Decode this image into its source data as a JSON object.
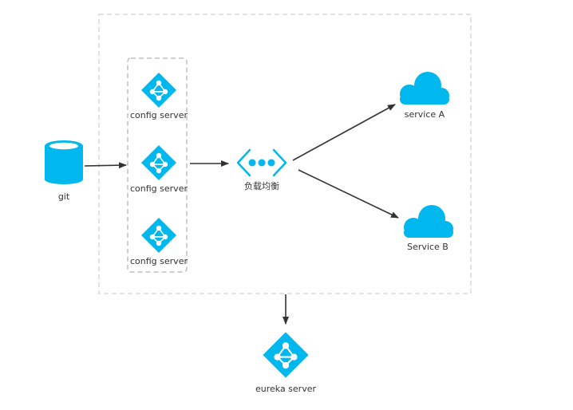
{
  "nodes": {
    "git": {
      "label": "git",
      "icon": "database-icon"
    },
    "config_servers": [
      {
        "label": "config server",
        "icon": "network-diamond-icon"
      },
      {
        "label": "config server",
        "icon": "network-diamond-icon"
      },
      {
        "label": "config server",
        "icon": "network-diamond-icon"
      }
    ],
    "load_balancer": {
      "label": "负载均衡",
      "icon": "load-balancer-icon"
    },
    "service_a": {
      "label": "service A",
      "icon": "cloud-icon"
    },
    "service_b": {
      "label": "Service B",
      "icon": "cloud-icon"
    },
    "eureka": {
      "label": "eureka server",
      "icon": "network-diamond-icon"
    }
  },
  "colors": {
    "icon": "#00b7ee",
    "line": "#333333",
    "dashed_border": "#d9d9d9",
    "inner_dashed_border": "#bfbfbf",
    "label": "#333333"
  },
  "connections": [
    {
      "from": "git",
      "to": "config_servers"
    },
    {
      "from": "config_servers",
      "to": "load_balancer"
    },
    {
      "from": "load_balancer",
      "to": "service_a"
    },
    {
      "from": "load_balancer",
      "to": "service_b"
    },
    {
      "from": "outer_group",
      "to": "eureka"
    }
  ]
}
